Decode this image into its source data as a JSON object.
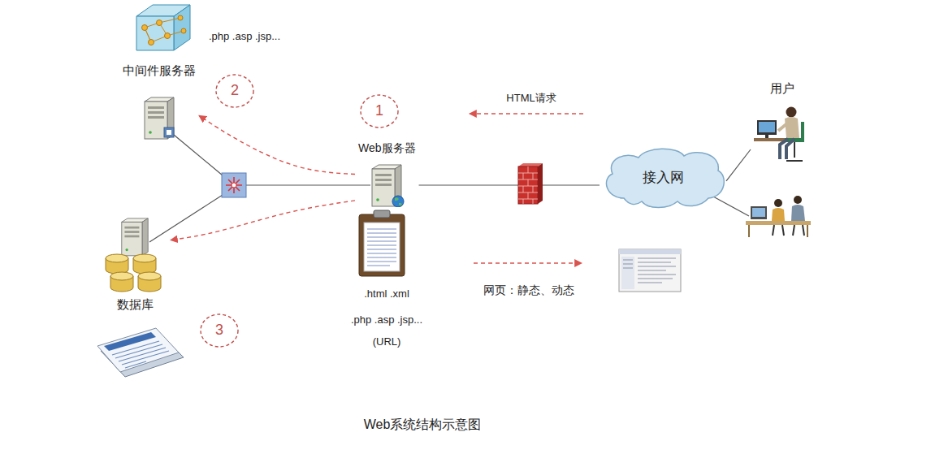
{
  "diagram": {
    "caption": "Web系统结构示意图",
    "nodes": [
      {
        "text": [
          "中间件服务器"
        ]
      },
      {
        "text": [
          "Web服务器"
        ]
      },
      {
        "text": [
          "用户"
        ]
      },
      {
        "text": [
          "接入网"
        ]
      },
      {
        "text": [
          "数据库"
        ]
      }
    ],
    "edges": [
      {
        "from": 1,
        "to": 0,
        "arrow": "to"
      },
      {
        "from": 1,
        "to": 4,
        "arrow": "to"
      },
      {
        "from": 1,
        "to": 3,
        "arrow": "none"
      },
      {
        "from": 3,
        "to": 2,
        "arrow": "none"
      }
    ],
    "labels": [
      ".php .asp .jsp...",
      "2",
      "1",
      "HTML请求",
      ".html .xml",
      ".php .asp .jsp...",
      "(URL)",
      "网页：静态、动态",
      "3"
    ]
  }
}
